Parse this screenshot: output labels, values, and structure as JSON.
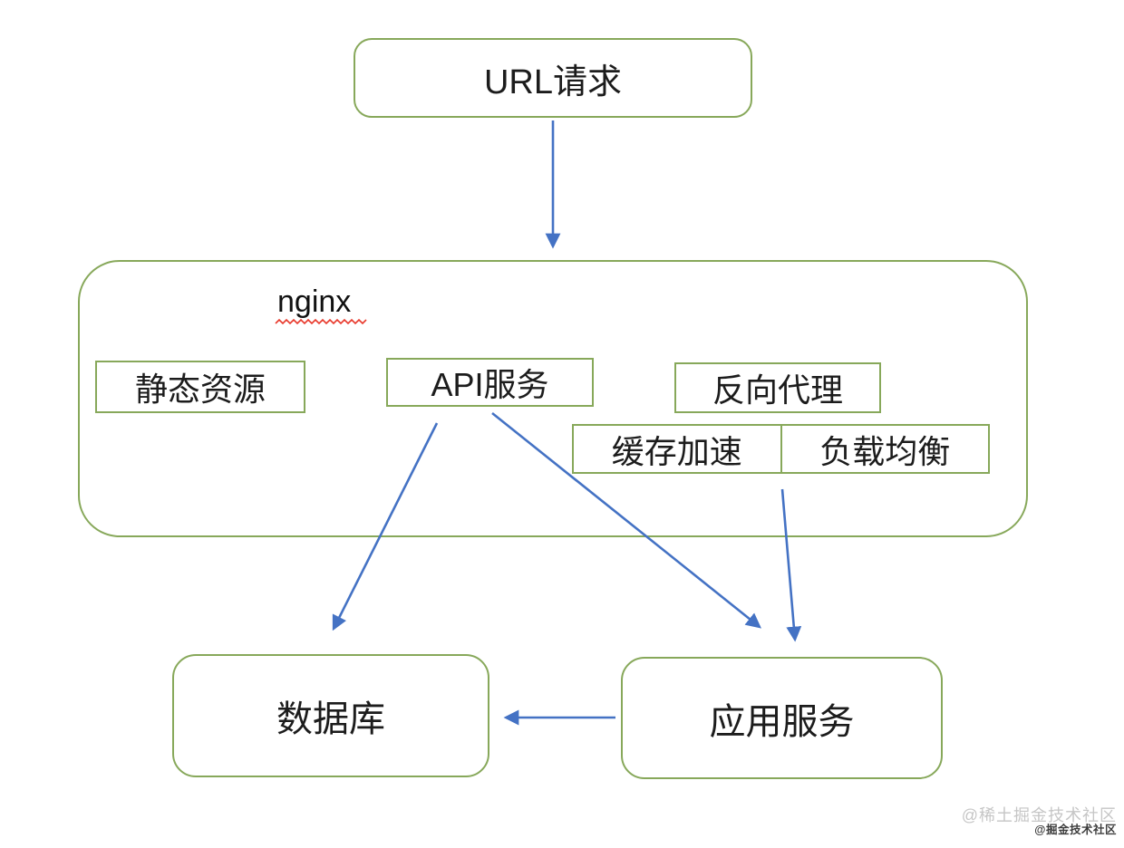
{
  "diagram": {
    "title_node": "nginx",
    "nodes": {
      "url_request": {
        "label": "URL请求",
        "shape": "rounded-rect"
      },
      "nginx": {
        "label": "nginx",
        "shape": "rounded-container",
        "decoration": "red-wavy-spellcheck-underline"
      },
      "static_resources": {
        "label": "静态资源",
        "shape": "rect"
      },
      "api_service": {
        "label": "API服务",
        "shape": "rect"
      },
      "reverse_proxy": {
        "label": "反向代理",
        "shape": "rect"
      },
      "cache_acceleration": {
        "label": "缓存加速",
        "shape": "table-cell"
      },
      "load_balancing": {
        "label": "负载均衡",
        "shape": "table-cell"
      },
      "database": {
        "label": "数据库",
        "shape": "rounded-rect"
      },
      "app_service": {
        "label": "应用服务",
        "shape": "rounded-rect"
      }
    },
    "edges": [
      {
        "from": "url_request",
        "to": "nginx"
      },
      {
        "from": "api_service",
        "to": "database"
      },
      {
        "from": "api_service",
        "to": "app_service"
      },
      {
        "from": "load_balancing",
        "to": "app_service"
      },
      {
        "from": "app_service",
        "to": "database"
      }
    ],
    "colors": {
      "box_border": "#87a85a",
      "arrow": "#4472c4",
      "text": "#1c1c1c",
      "spellcheck_underline": "#e8392c"
    }
  },
  "watermark": {
    "primary": "@稀土掘金技术社区",
    "secondary": "@掘金技术社区"
  }
}
